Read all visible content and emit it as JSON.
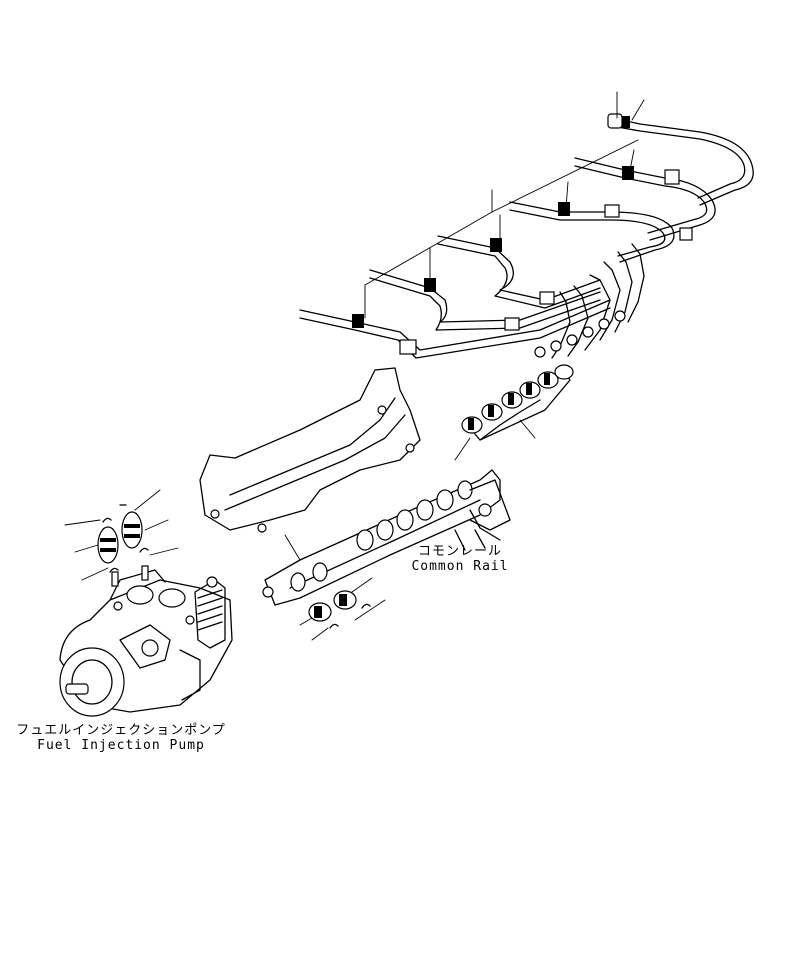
{
  "labels": {
    "common_rail_jp": "コモンレール",
    "common_rail_en": "Common Rail",
    "pump_jp": "フュエルインジェクションポンプ",
    "pump_en": "Fuel Injection Pump"
  },
  "colors": {
    "line": "#000000",
    "background": "#ffffff"
  }
}
